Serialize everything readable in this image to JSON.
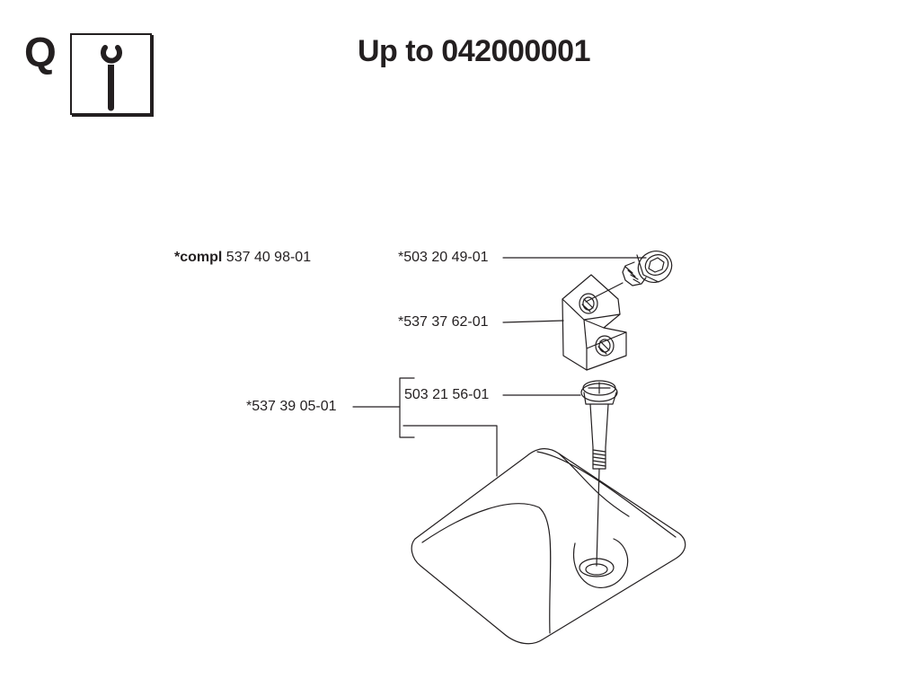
{
  "header": {
    "section_letter": "Q",
    "service_icon": "wrench-info-icon",
    "title": "Up to 042000001"
  },
  "parts": {
    "compl_prefix": "*compl",
    "compl_number": "537 40 98-01",
    "screw_top": "*503 20 49-01",
    "block": "*537 37 62-01",
    "kit": "*537 39 05-01",
    "screw_kit": "503 21 56-01"
  },
  "colors": {
    "ink": "#231f20",
    "background": "#ffffff"
  }
}
